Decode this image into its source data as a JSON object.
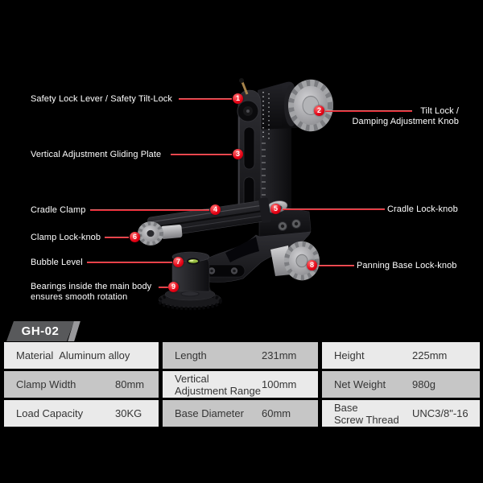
{
  "page": {
    "background": "#000000",
    "accent_red": "#e30013"
  },
  "product": {
    "model_badge": "GH-02",
    "callouts": [
      {
        "num": "1",
        "label": "Safety Lock Lever / Safety Tilt-Lock"
      },
      {
        "num": "2",
        "label": "Tilt Lock /\nDamping Adjustment Knob"
      },
      {
        "num": "3",
        "label": "Vertical Adjustment Gliding Plate"
      },
      {
        "num": "4",
        "label": "Cradle Clamp"
      },
      {
        "num": "5",
        "label": "Cradle Lock-knob"
      },
      {
        "num": "6",
        "label": "Clamp Lock-knob"
      },
      {
        "num": "7",
        "label": "Bubble Level"
      },
      {
        "num": "8",
        "label": "Panning Base Lock-knob"
      },
      {
        "num": "9",
        "label": "Bearings inside the main body\nensures smooth rotation"
      }
    ]
  },
  "specs": {
    "rows": [
      {
        "cells": [
          {
            "label": "Material",
            "value": "Aluminum alloy"
          },
          {
            "label": "Length",
            "value": "231mm"
          },
          {
            "label": "Height",
            "value": "225mm"
          }
        ]
      },
      {
        "cells": [
          {
            "label": "Clamp Width",
            "value": "80mm"
          },
          {
            "label": "Vertical\nAdjustment Range",
            "value": "100mm"
          },
          {
            "label": "Net Weight",
            "value": "980g"
          }
        ]
      },
      {
        "cells": [
          {
            "label": "Load Capacity",
            "value": "30KG"
          },
          {
            "label": "Base Diameter",
            "value": "60mm"
          },
          {
            "label": "Base\nScrew Thread",
            "value": "UNC3/8\"-16"
          }
        ]
      }
    ]
  },
  "colors": {
    "cell_light": "#eaeaea",
    "cell_gray": "#c6c6c6",
    "badge_gray": "#58595b",
    "bubble_green": "#8fbc3a"
  }
}
